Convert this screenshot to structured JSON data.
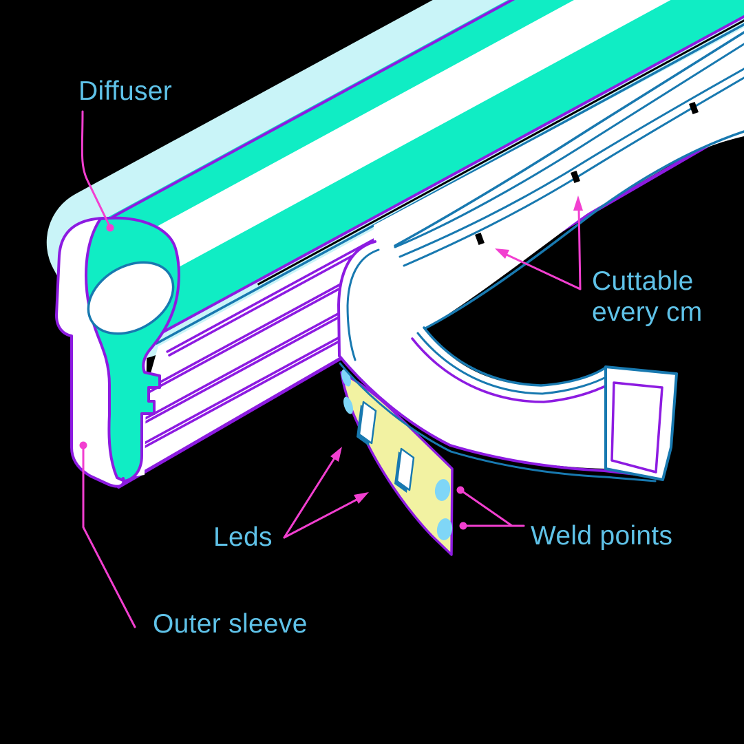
{
  "title": "LED neon flex strip anatomy diagram",
  "palette": {
    "label-blue": "#5fc2e8",
    "magenta": "#f23fd0",
    "purple": "#8d1be1",
    "line-blue": "#1879b0",
    "teal": "#10edc4",
    "halo": "#c9f4f8",
    "pcb-yellow": "#f2f2a2",
    "weld-blue": "#7fd6f7",
    "background": "#000000"
  },
  "labels": {
    "diffuser": {
      "text": "Diffuser"
    },
    "cuttable": {
      "text": "Cuttable\nevery cm"
    },
    "leds": {
      "text": "Leds"
    },
    "weld_points": {
      "text": "Weld points"
    },
    "outer_sleeve": {
      "text": "Outer sleeve"
    }
  },
  "diagram": {
    "parts": [
      "diffuser (teal insert with light bore)",
      "outer sleeve (white silicone body with ribbed fins)",
      "cuttable marks every cm on sleeve top",
      "led pcb strip (yellow) with 2 visible leds",
      "weld points (light blue pads) on pcb edge"
    ],
    "cut_mark_count": 3,
    "visible_led_count": 2,
    "visible_weld_point_count": 4
  }
}
